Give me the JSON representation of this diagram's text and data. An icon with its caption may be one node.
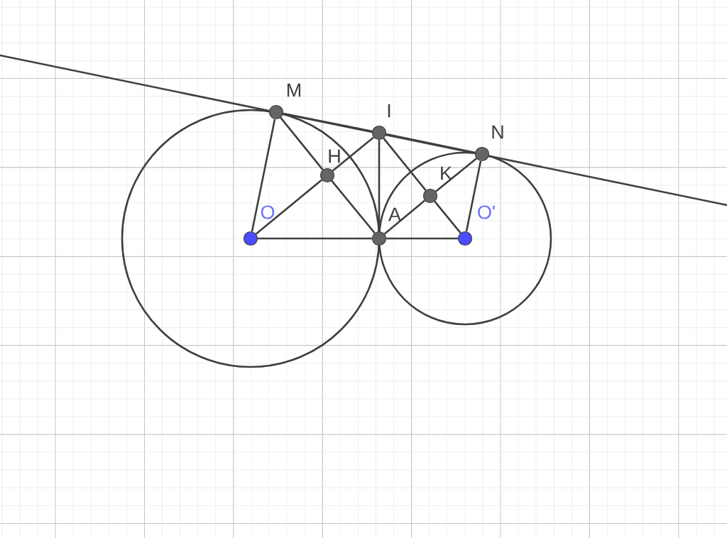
{
  "diagram": {
    "nodes": [
      {
        "text": [],
        "shape": "circle",
        "beside": [
          "O"
        ]
      },
      {
        "text": [],
        "shape": "circle",
        "beside": [
          "A"
        ]
      },
      {
        "text": [],
        "shape": "circle",
        "beside": [
          "O'"
        ]
      },
      {
        "text": [],
        "shape": "circle",
        "beside": [
          "M"
        ]
      },
      {
        "text": [],
        "shape": "circle",
        "beside": [
          "I"
        ]
      },
      {
        "text": [],
        "shape": "circle",
        "beside": [
          "N"
        ]
      },
      {
        "text": [],
        "shape": "circle",
        "beside": [
          "H"
        ]
      },
      {
        "text": [],
        "shape": "circle",
        "beside": [
          "K"
        ]
      }
    ],
    "edges": [
      {
        "from": 0,
        "to": 3,
        "arrow": "none"
      },
      {
        "from": 3,
        "to": 6,
        "arrow": "none"
      },
      {
        "from": 6,
        "to": 1,
        "arrow": "none"
      },
      {
        "from": 0,
        "to": 6,
        "arrow": "none"
      },
      {
        "from": 6,
        "to": 4,
        "arrow": "none"
      },
      {
        "from": 4,
        "to": 1,
        "arrow": "none"
      },
      {
        "from": 4,
        "to": 7,
        "arrow": "none"
      },
      {
        "from": 7,
        "to": 2,
        "arrow": "none"
      },
      {
        "from": 1,
        "to": 7,
        "arrow": "none"
      },
      {
        "from": 7,
        "to": 5,
        "arrow": "none"
      },
      {
        "from": 5,
        "to": 2,
        "arrow": "none"
      },
      {
        "from": 0,
        "to": 1,
        "arrow": "none"
      },
      {
        "from": 1,
        "to": 2,
        "arrow": "none"
      },
      {
        "from": 3,
        "to": 4,
        "arrow": "none"
      },
      {
        "from": 4,
        "to": 5,
        "arrow": "none"
      }
    ]
  }
}
